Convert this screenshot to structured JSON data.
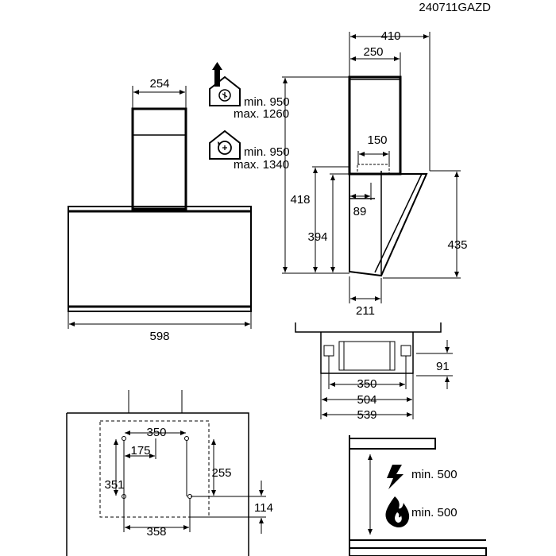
{
  "code": "240711GAZD",
  "front": {
    "chimney_width": "254",
    "width": "598"
  },
  "ducting": {
    "outlet_min": "min. 950",
    "outlet_max": "max. 1260",
    "recirc_min": "min. 950",
    "recirc_max": "max. 1340",
    "outlet_icon": "ducted-extraction-icon",
    "recirc_icon": "recirculation-icon"
  },
  "side": {
    "top_width": "410",
    "chimney_depth": "250",
    "outlet_width": "150",
    "height_418": "418",
    "outlet_offset": "89",
    "height_394": "394",
    "height_435": "435",
    "bottom_depth": "211"
  },
  "top_view": {
    "height_91": "91",
    "w350": "350",
    "w504": "504",
    "w539": "539"
  },
  "mounting": {
    "holes_spacing": "350",
    "offset_175": "175",
    "v255": "255",
    "v351": "351",
    "v114": "114",
    "w358": "358"
  },
  "clearance": {
    "electric_min": "min. 500",
    "gas_min": "min. 500",
    "electric_icon": "electric-hob-icon",
    "gas_icon": "gas-flame-icon"
  }
}
